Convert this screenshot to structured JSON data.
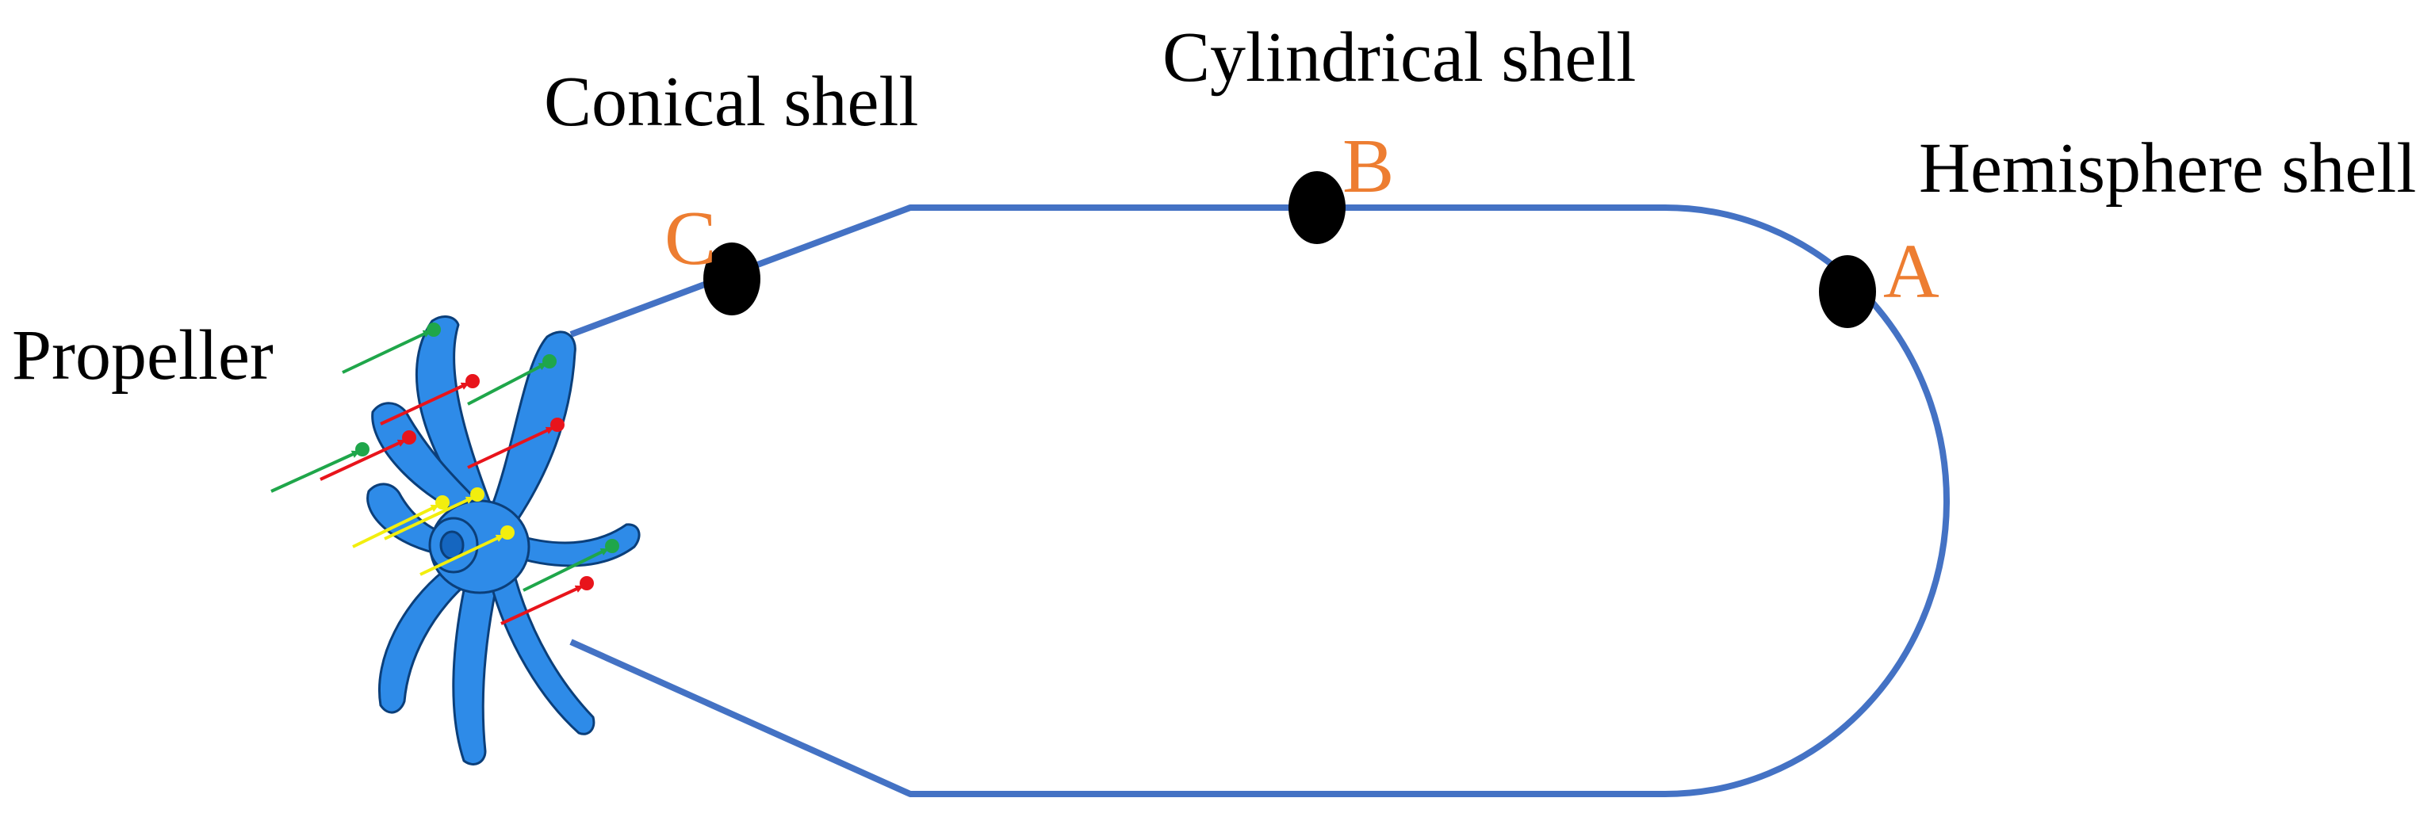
{
  "labels": {
    "conical": "Conical shell",
    "cylindrical": "Cylindrical shell",
    "hemisphere": "Hemisphere shell",
    "propeller": "Propeller"
  },
  "points": {
    "a": "A",
    "b": "B",
    "c": "C"
  },
  "colors": {
    "hull_outline": "#4472C4",
    "point_marker": "#000000",
    "point_label": "#ED7D31",
    "propeller_blade": "#2E8BE8",
    "propeller_edge": "#0B3F7A",
    "arrow_green": "#1FA64A",
    "arrow_red": "#E8141B",
    "arrow_yellow": "#F2EE0E"
  },
  "icons": {
    "propeller": "propeller-icon"
  }
}
